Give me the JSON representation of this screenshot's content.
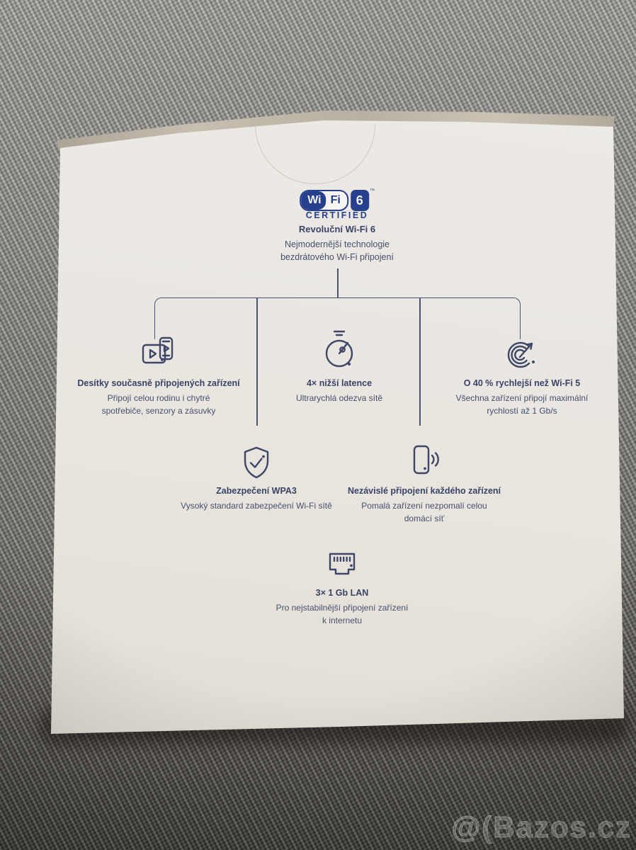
{
  "scene": {
    "watermark": "@(Bazos.cz"
  },
  "box": {
    "logo": {
      "wi": "Wi",
      "fi": "Fi",
      "six": "6",
      "tm": "™",
      "certified": "CERTIFIED"
    },
    "heading": "Revoluční Wi-Fi 6",
    "intro_line1": "Nejmodernější technologie",
    "intro_line2": "bezdrátového Wi-Fi připojení",
    "features": [
      {
        "id": "devices",
        "title": "Desítky současně připojených zařízení",
        "desc": "Připojí celou rodinu i chytré spotřebiče, senzory a zásuvky"
      },
      {
        "id": "latency",
        "title": "4× nižší latence",
        "desc": "Ultrarychlá odezva sítě"
      },
      {
        "id": "speed",
        "title": "O 40 % rychlejší než Wi-Fi 5",
        "desc": "Všechna zařízení připojí maximální rychlostí až 1 Gb/s"
      },
      {
        "id": "wpa3",
        "title": "Zabezpečení WPA3",
        "desc": "Vysoký standard zabezpečení Wi-Fi sítě"
      },
      {
        "id": "independent",
        "title": "Nezávislé připojení každého zařízení",
        "desc": "Pomalá zařízení nezpomalí celou domácí síť"
      },
      {
        "id": "lan",
        "title": "3× 1 Gb LAN",
        "desc": "Pro nejstabilnější připojení zařízení k internetu"
      }
    ],
    "colors": {
      "accent_blue": "#27408e",
      "text_dark": "#394367",
      "text_body": "#454f6e"
    }
  }
}
